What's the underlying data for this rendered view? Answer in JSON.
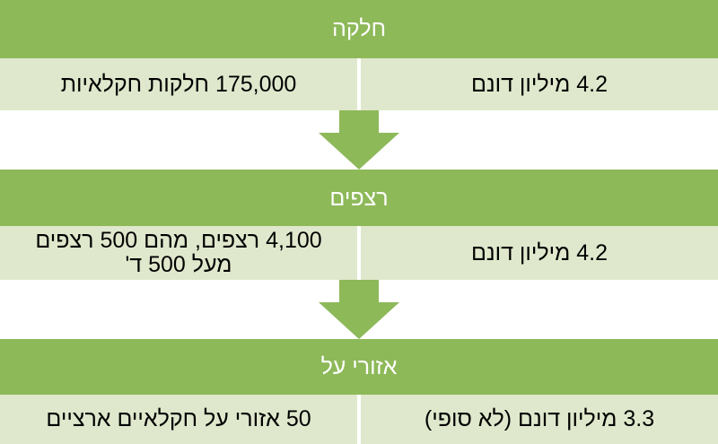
{
  "colors": {
    "header_fill": "#8db959",
    "row_fill": "#dfe8cc",
    "arrow_fill": "#8db959"
  },
  "sections": [
    {
      "title": "חלקה",
      "left_text": "175,000 חלקות חקלאיות",
      "right_text": "4.2 מיליון דונם"
    },
    {
      "title": "רצפים",
      "left_text": "4,100 רצפים, מהם 500 רצפים מעל 500 ד'",
      "right_text": "4.2 מיליון דונם"
    },
    {
      "title": "אזורי על",
      "left_text": "50 אזורי על חקלאיים ארציים",
      "right_text": "3.3 מיליון דונם (לא סופי)"
    }
  ]
}
